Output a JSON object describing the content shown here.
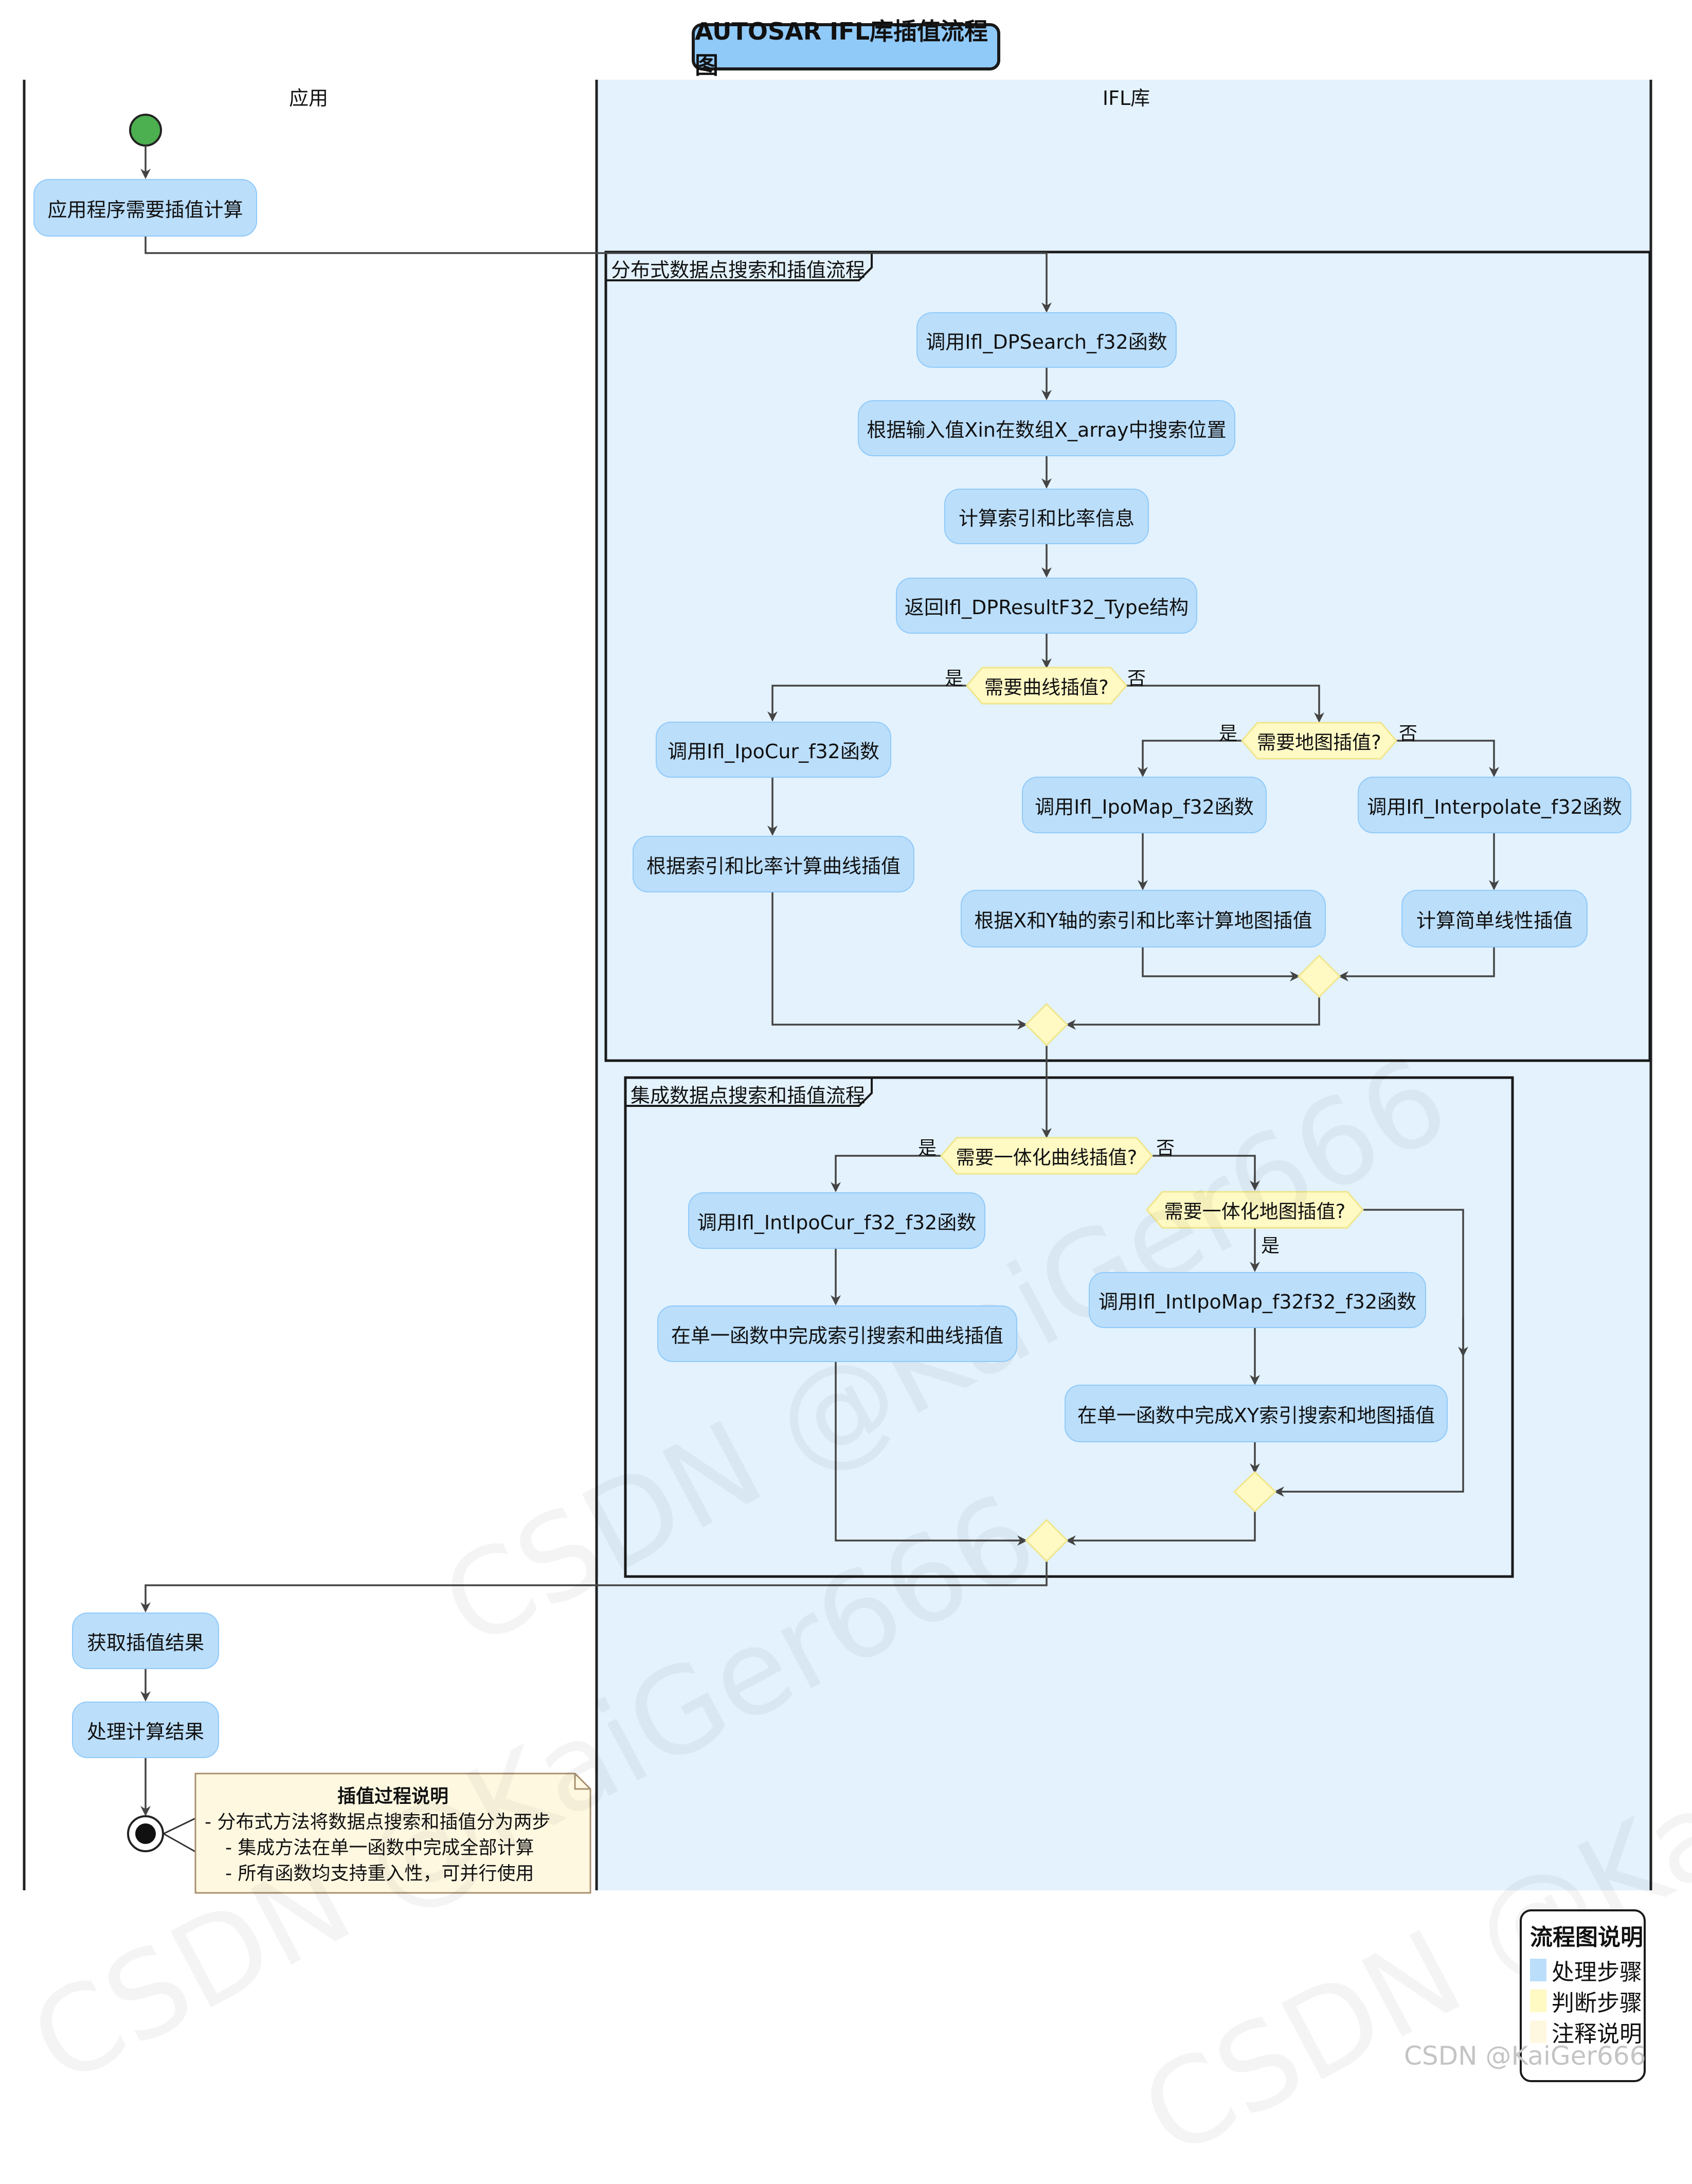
{
  "title": "AUTOSAR IFL库插值流程图",
  "lanes": {
    "app": "应用",
    "ifl": "IFL库"
  },
  "app_steps": {
    "need_interpolation": "应用程序需要插值计算",
    "get_result": "获取插值结果",
    "process_result": "处理计算结果"
  },
  "distributed": {
    "frame_title": "分布式数据点搜索和插值流程",
    "call_dpsearch": "调用Ifl_DPSearch_f32函数",
    "search_position": "根据输入值Xin在数组X_array中搜索位置",
    "calc_index_ratio": "计算索引和比率信息",
    "return_struct": "返回Ifl_DPResultF32_Type结构",
    "q_curve": "需要曲线插值?",
    "q_map": "需要地图插值?",
    "call_ipocur": "调用Ifl_IpoCur_f32函数",
    "calc_curve": "根据索引和比率计算曲线插值",
    "call_ipomap": "调用Ifl_IpoMap_f32函数",
    "calc_map": "根据X和Y轴的索引和比率计算地图插值",
    "call_interpolate": "调用Ifl_Interpolate_f32函数",
    "calc_linear": "计算简单线性插值"
  },
  "integrated": {
    "frame_title": "集成数据点搜索和插值流程",
    "q_int_curve": "需要一体化曲线插值?",
    "q_int_map": "需要一体化地图插值?",
    "call_intipocur": "调用Ifl_IntIpoCur_f32_f32函数",
    "single_curve": "在单一函数中完成索引搜索和曲线插值",
    "call_intipomap": "调用Ifl_IntIpoMap_f32f32_f32函数",
    "single_map": "在单一函数中完成XY索引搜索和地图插值"
  },
  "branch_labels": {
    "yes": "是",
    "no": "否"
  },
  "note": {
    "title": "插值过程说明",
    "line1": "- 分布式方法将数据点搜索和插值分为两步",
    "line2": "- 集成方法在单一函数中完成全部计算",
    "line3": "- 所有函数均支持重入性，可并行使用"
  },
  "legend": {
    "title": "流程图说明",
    "items": [
      {
        "label": "处理步骤",
        "color": "#bbdefb"
      },
      {
        "label": "判断步骤",
        "color": "#fff9c4"
      },
      {
        "label": "注释说明",
        "color": "#fff8e1"
      }
    ]
  },
  "watermark": "CSDN @KaiGer666",
  "colors": {
    "activity": "#bbdefb",
    "activity_border": "#90caf9",
    "decision": "#fff9c4",
    "ifl_lane": "#e3f2fd",
    "start": "#4caf50",
    "note": "#fff8e1"
  }
}
